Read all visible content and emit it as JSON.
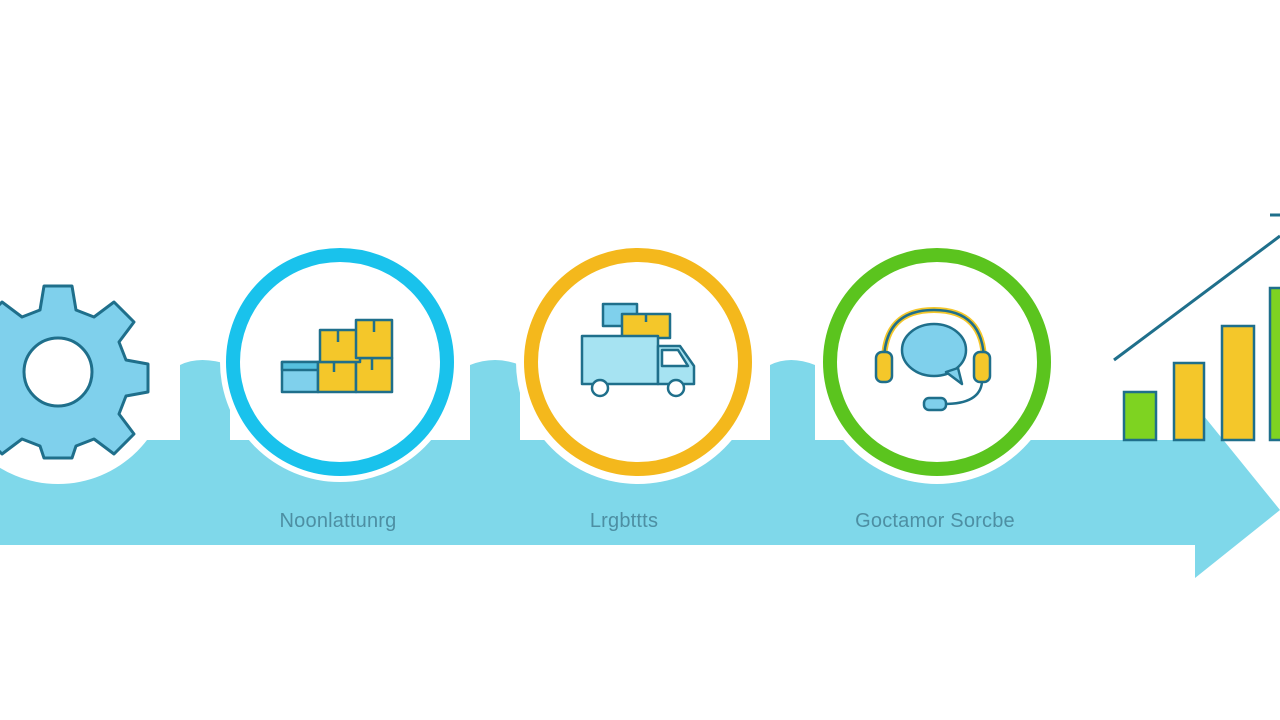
{
  "steps": [
    {
      "label": "Noonlattunrg",
      "icon": "boxes-icon",
      "ring_color": "#19c2ec"
    },
    {
      "label": "Lrgbttts",
      "icon": "delivery-truck-icon",
      "ring_color": "#f4b81c"
    },
    {
      "label": "Goctamor Sorcbe",
      "icon": "headset-icon",
      "ring_color": "#5bc41e"
    }
  ],
  "start_icon": "gear-icon",
  "end_icon": "growth-bar-chart-icon",
  "colors": {
    "arrow": "#7fd8ea",
    "gear": "#7fd0ec",
    "outline": "#1f6f8b",
    "yellow": "#f4c72a",
    "green": "#7ed321",
    "label": "#4d8fa3"
  }
}
